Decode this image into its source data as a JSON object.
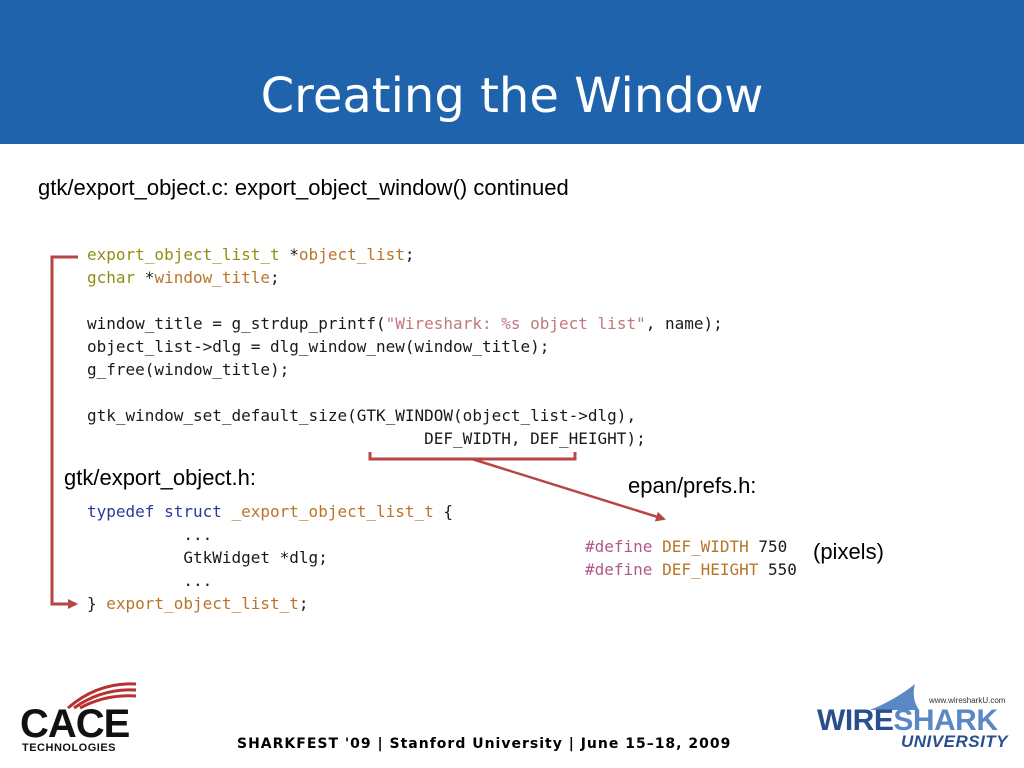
{
  "slide": {
    "title": "Creating the Window",
    "subtitle": "gtk/export_object.c: export_object_window() continued",
    "header_label_file": "gtk/export_object.h:",
    "prefs_label": "epan/prefs.h:",
    "pixels_note": "(pixels)",
    "footer": "SHARKFEST '09  |  Stanford University  |  June 15–18, 2009"
  },
  "code_main": {
    "l1_type": "export_object_list_t",
    "l1_rest": " *",
    "l1_var": "object_list",
    "l1_end": ";",
    "l2_type": "gchar",
    "l2_rest": " *",
    "l2_var": "window_title",
    "l2_end": ";",
    "l3_pre": "window_title = g_strdup_printf(",
    "l3_str": "\"Wireshark: %s object list\"",
    "l3_post": ", name);",
    "l4": "object_list->dlg = dlg_window_new(window_title);",
    "l5": "g_free(window_title);",
    "l6": "gtk_window_set_default_size(GTK_WINDOW(object_list->dlg),",
    "l7": "                                   DEF_WIDTH, DEF_HEIGHT);"
  },
  "code_header": {
    "l1_kw": "typedef struct",
    "l1_name": " _export_object_list_t",
    "l1_end": " {",
    "l2": "          ...",
    "l3": "          GtkWidget *dlg;",
    "l4": "          ...",
    "l5_pre": "} ",
    "l5_name": "export_object_list_t",
    "l5_end": ";"
  },
  "code_prefs": {
    "d1_kw": "#define",
    "d1_name": " DEF_WIDTH",
    "d1_val": " 750",
    "d2_kw": "#define",
    "d2_name": " DEF_HEIGHT",
    "d2_val": " 550"
  },
  "logos": {
    "left_main": "CACE",
    "left_sub": "TECHNOLOGIES",
    "right_url": "www.wiresharkU.com",
    "right_main_a": "WIRE",
    "right_main_b": "SHARK",
    "right_sub": "UNIVERSITY"
  },
  "colors": {
    "title_bar": "#1f63ad",
    "arrow": "#b84545"
  }
}
